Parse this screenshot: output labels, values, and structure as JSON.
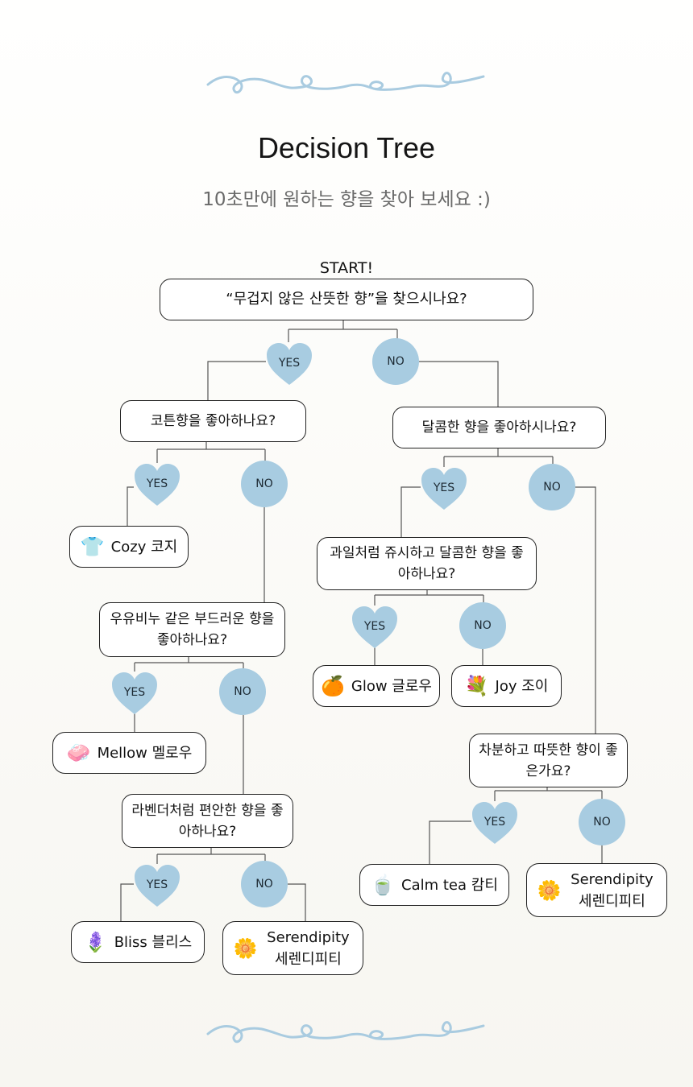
{
  "header": {
    "title": "Decision Tree",
    "subtitle": "10초만에 원하는 향을 찾아 보세요 :)"
  },
  "start_label": "START!",
  "questions": {
    "q1": "“무겁지 않은 산뜻한 향”을 찾으시나요?",
    "q2": "코튼향을 좋아하나요?",
    "q3": "달콤한 향을 좋아하시나요?",
    "q4": "과일처럼 쥬시하고 달콤한 향을 좋아하나요?",
    "q5": "우유비누 같은 부드러운 향을 좋아하나요?",
    "q6": "차분하고 따뜻한 향이 좋은가요?",
    "q7": "라벤더처럼 편안한 향을 좋아하나요?"
  },
  "answers": {
    "yes": "YES",
    "no": "NO"
  },
  "results": {
    "cozy": {
      "label": "Cozy 코지",
      "icon": "tshirt-icon",
      "emoji": "👕"
    },
    "glow": {
      "label": "Glow 글로우",
      "icon": "citrus-icon",
      "emoji": "🍊"
    },
    "joy": {
      "label": "Joy 조이",
      "icon": "flower-icon",
      "emoji": "💐"
    },
    "mellow": {
      "label": "Mellow 멜로우",
      "icon": "soap-icon",
      "emoji": "🧼"
    },
    "calm": {
      "label": "Calm tea 캄티",
      "icon": "tea-cup-icon",
      "emoji": "🍵"
    },
    "serendipity1": {
      "label": "Serendipity 세렌디피티",
      "icon": "meadow-icon",
      "emoji": "🌼"
    },
    "bliss": {
      "label": "Bliss 블리스",
      "icon": "lavender-icon",
      "emoji": "🪻"
    },
    "serendipity2": {
      "label": "Serendipity 세렌디피티",
      "icon": "meadow-icon",
      "emoji": "🌼"
    }
  },
  "colors": {
    "accent": "#a8cce1",
    "line": "#555555",
    "swirl": "#a9cbe0"
  }
}
